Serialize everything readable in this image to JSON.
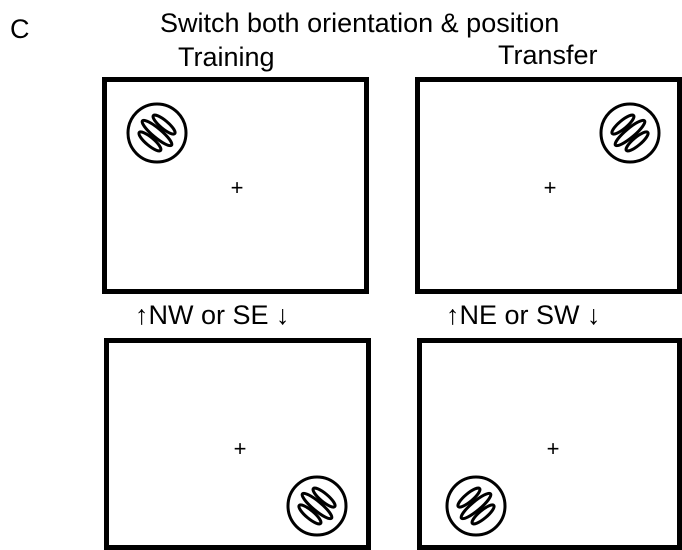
{
  "panel_letter": "C",
  "title": "Switch both orientation & position",
  "columns": {
    "left": {
      "heading": "Training"
    },
    "right": {
      "heading": "Transfer"
    }
  },
  "responses": {
    "left": "↑NW  or  SE ↓",
    "right": "↑NE  or  SW ↓"
  },
  "fixation_mark": "+",
  "stimulus": {
    "icon": "circular-grating-icon",
    "stroke_color": "#000000"
  },
  "screens": [
    {
      "id": "training-top",
      "stimulus_location": "top-left",
      "grating_tilt": "right"
    },
    {
      "id": "transfer-top",
      "stimulus_location": "top-right",
      "grating_tilt": "left"
    },
    {
      "id": "training-bottom",
      "stimulus_location": "bottom-right",
      "grating_tilt": "right"
    },
    {
      "id": "transfer-bottom",
      "stimulus_location": "bottom-left",
      "grating_tilt": "left"
    }
  ]
}
